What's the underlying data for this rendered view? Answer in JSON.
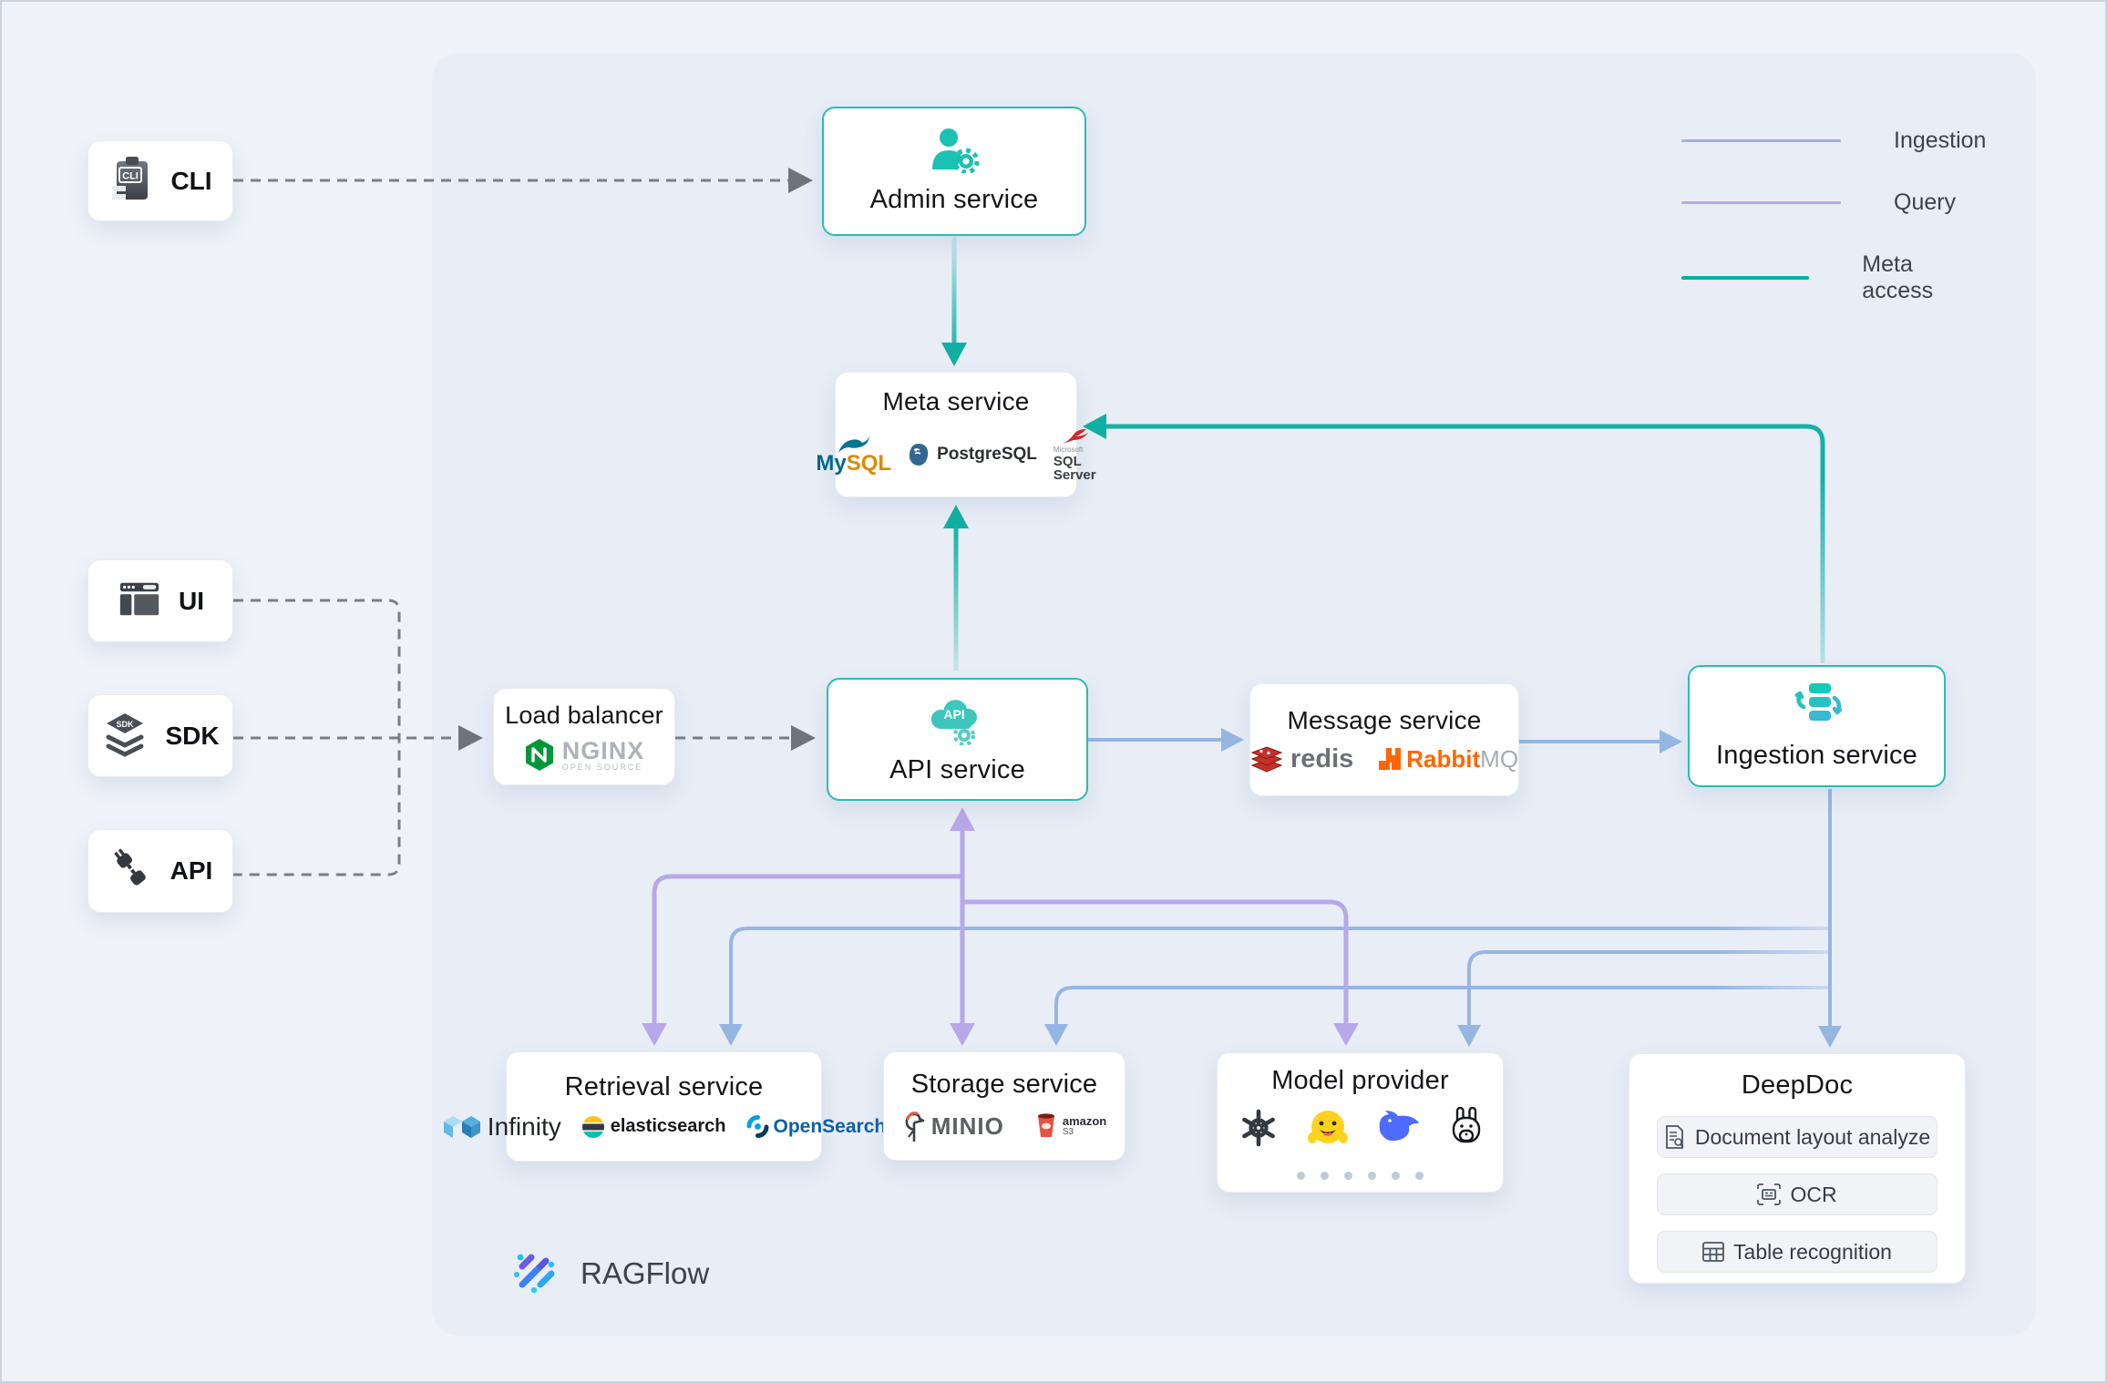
{
  "legend": {
    "items": [
      {
        "label": "Ingestion",
        "color": "#96b6e2"
      },
      {
        "label": "Query",
        "color": "#b9a8e8"
      },
      {
        "label": "Meta access",
        "color": "#00b0a2"
      }
    ]
  },
  "clients": {
    "cli": {
      "label": "CLI",
      "icon_text": "CLI"
    },
    "ui": {
      "label": "UI"
    },
    "sdk": {
      "label": "SDK",
      "icon_text": "SDK"
    },
    "api": {
      "label": "API"
    }
  },
  "nodes": {
    "admin_service": {
      "title": "Admin service"
    },
    "meta_service": {
      "title": "Meta service",
      "mysql": [
        "My",
        "SQL"
      ],
      "postgresql": "PostgreSQL",
      "sqlserver_top": "Microsoft",
      "sqlserver": "SQL Server"
    },
    "load_balancer": {
      "title": "Load balancer",
      "nginx": "NGINX",
      "nginx_sub": "OPEN SOURCE"
    },
    "api_service": {
      "title": "API service",
      "icon_text": "API"
    },
    "message_service": {
      "title": "Message service",
      "redis": "redis",
      "rabbitmq": [
        "Rabbit",
        "MQ"
      ]
    },
    "ingestion_service": {
      "title": "Ingestion service"
    },
    "retrieval_service": {
      "title": "Retrieval service",
      "infinity": "Infinity",
      "elasticsearch": "elasticsearch",
      "opensearch": "OpenSearch"
    },
    "storage_service": {
      "title": "Storage service",
      "minio": "MINIO",
      "amazon": "amazon",
      "s3": "S3"
    },
    "model_provider": {
      "title": "Model provider",
      "providers": [
        "openai",
        "huggingface",
        "deepseek",
        "ollama"
      ],
      "pager_dots": 6
    },
    "deepdoc": {
      "title": "DeepDoc",
      "buttons": [
        "Document layout analyze",
        "OCR",
        "Table recognition"
      ]
    }
  },
  "brand": {
    "name": "RAGFlow"
  },
  "colors": {
    "ingestion_line": "#96b6e2",
    "query_line": "#b9a8e8",
    "meta_line": "#12b2a4",
    "dashed_line": "#797f88",
    "teal_border": "#2abdb0",
    "panel": "#e8edf6",
    "background": "#eff2f8"
  }
}
